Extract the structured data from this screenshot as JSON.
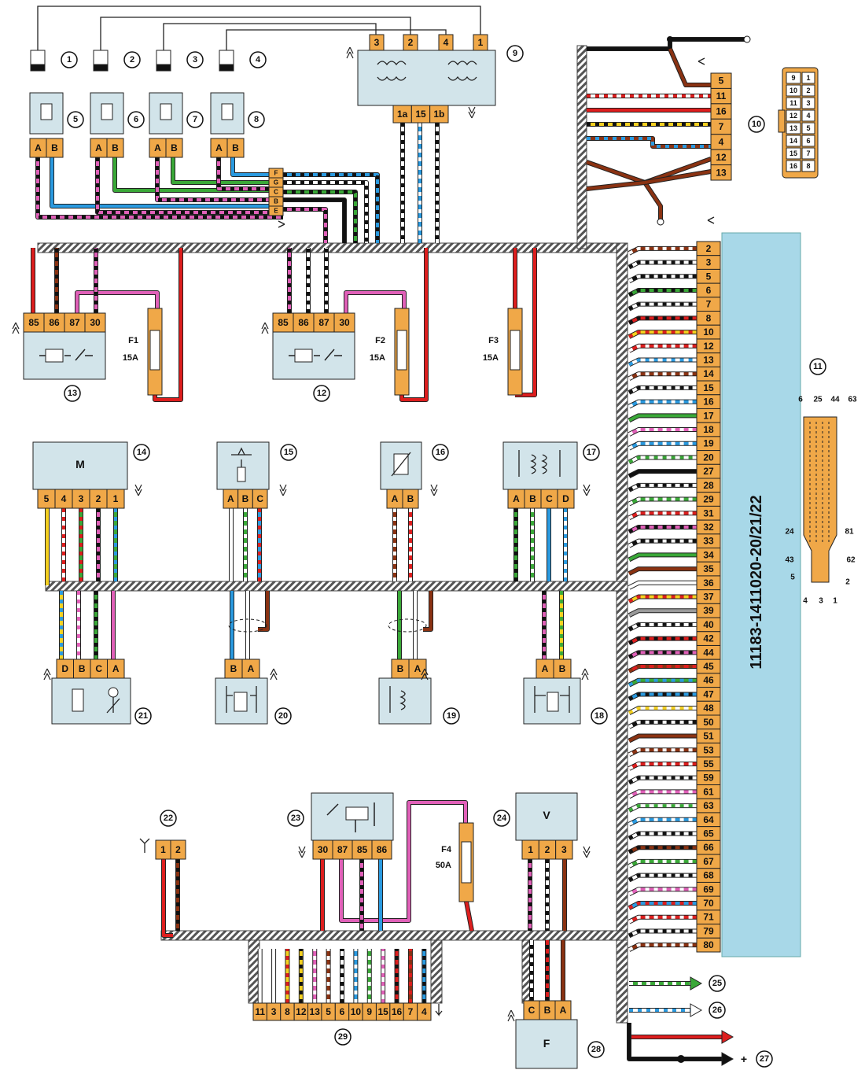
{
  "colors": {
    "connector": "#f0a848",
    "box": "#d2e4ea",
    "ecu": "#a8d8e8",
    "harness": "#555555",
    "red": "#dd1e1e",
    "black": "#111111",
    "pink": "#e060b8",
    "green": "#3aa838",
    "blue": "#2a9ae0",
    "brown": "#8a3212",
    "yellow": "#f4d020",
    "white": "#ffffff",
    "gray": "#9a9a9a"
  },
  "callouts": [
    "1",
    "2",
    "3",
    "4",
    "5",
    "6",
    "7",
    "8",
    "9",
    "10",
    "11",
    "12",
    "13",
    "14",
    "15",
    "16",
    "17",
    "18",
    "19",
    "20",
    "21",
    "22",
    "23",
    "24",
    "25",
    "26",
    "27",
    "28",
    "29"
  ],
  "injectors": [
    {
      "id": "5",
      "pins": [
        "A",
        "B"
      ]
    },
    {
      "id": "6",
      "pins": [
        "A",
        "B"
      ]
    },
    {
      "id": "7",
      "pins": [
        "A",
        "B"
      ]
    },
    {
      "id": "8",
      "pins": [
        "A",
        "B"
      ]
    }
  ],
  "ignition_module": {
    "top_pins": [
      "3",
      "2",
      "4",
      "1"
    ],
    "bottom_pins": [
      "1a",
      "15",
      "1b"
    ]
  },
  "splice": {
    "pins": [
      "F",
      "G",
      "C",
      "B",
      "E"
    ]
  },
  "diag_connector": {
    "pins": [
      "5",
      "11",
      "16",
      "7",
      "4",
      "12",
      "13"
    ]
  },
  "obd_socket": {
    "left": [
      "9",
      "10",
      "11",
      "12",
      "13",
      "14",
      "15",
      "16"
    ],
    "right": [
      "1",
      "2",
      "3",
      "4",
      "5",
      "6",
      "7",
      "8"
    ]
  },
  "relays": [
    {
      "id": "13",
      "pins": [
        "85",
        "86",
        "87",
        "30"
      ]
    },
    {
      "id": "12",
      "pins": [
        "85",
        "86",
        "87",
        "30"
      ]
    }
  ],
  "fuses": [
    {
      "name": "F1",
      "rating": "15A"
    },
    {
      "name": "F2",
      "rating": "15A"
    },
    {
      "name": "F3",
      "rating": "15A"
    },
    {
      "name": "F4",
      "rating": "50A"
    }
  ],
  "ecu": {
    "label": "11183-1411020-20/21/22",
    "pins": [
      "2",
      "3",
      "5",
      "6",
      "7",
      "8",
      "10",
      "12",
      "13",
      "14",
      "15",
      "16",
      "17",
      "18",
      "19",
      "20",
      "27",
      "28",
      "29",
      "31",
      "32",
      "33",
      "34",
      "35",
      "36",
      "37",
      "39",
      "40",
      "42",
      "44",
      "45",
      "46",
      "47",
      "48",
      "50",
      "51",
      "53",
      "55",
      "59",
      "61",
      "63",
      "64",
      "65",
      "66",
      "67",
      "68",
      "69",
      "70",
      "71",
      "79",
      "80"
    ]
  },
  "ecu_connector_view": {
    "top": [
      "6",
      "25",
      "44",
      "63"
    ],
    "mid_left": [
      "24",
      "43"
    ],
    "mid_right": [
      "81",
      "62"
    ],
    "bottom": [
      "5",
      "4",
      "3",
      "1",
      "2"
    ]
  },
  "idle_motor": {
    "symbol": "M",
    "pins": [
      "5",
      "4",
      "3",
      "2",
      "1"
    ]
  },
  "throttle_sensor": {
    "pins": [
      "A",
      "B",
      "C"
    ]
  },
  "coolant_sensor": {
    "pins": [
      "A",
      "B"
    ]
  },
  "oxygen_sensor": {
    "pins": [
      "A",
      "B",
      "C",
      "D"
    ]
  },
  "air_sensor": {
    "pins": [
      "D",
      "B",
      "C",
      "A"
    ]
  },
  "knock_sensor": {
    "pins": [
      "B",
      "A"
    ]
  },
  "crank_sensor": {
    "pins": [
      "B",
      "A"
    ]
  },
  "phase_sensor": {
    "pins": [
      "A",
      "B"
    ]
  },
  "antenna_conn": {
    "pins": [
      "1",
      "2"
    ]
  },
  "main_relay": {
    "pins": [
      "30",
      "87",
      "85",
      "86"
    ]
  },
  "speed_sensor": {
    "symbol": "V",
    "pins": [
      "1",
      "2",
      "3"
    ]
  },
  "fuel_pump": {
    "symbol": "F",
    "pins": [
      "C",
      "B",
      "A"
    ]
  },
  "harness_conn": {
    "pins": [
      "11",
      "3",
      "8",
      "12",
      "13",
      "5",
      "6",
      "10",
      "9",
      "15",
      "16",
      "7",
      "4"
    ]
  },
  "outputs": {
    "plus": "+"
  }
}
